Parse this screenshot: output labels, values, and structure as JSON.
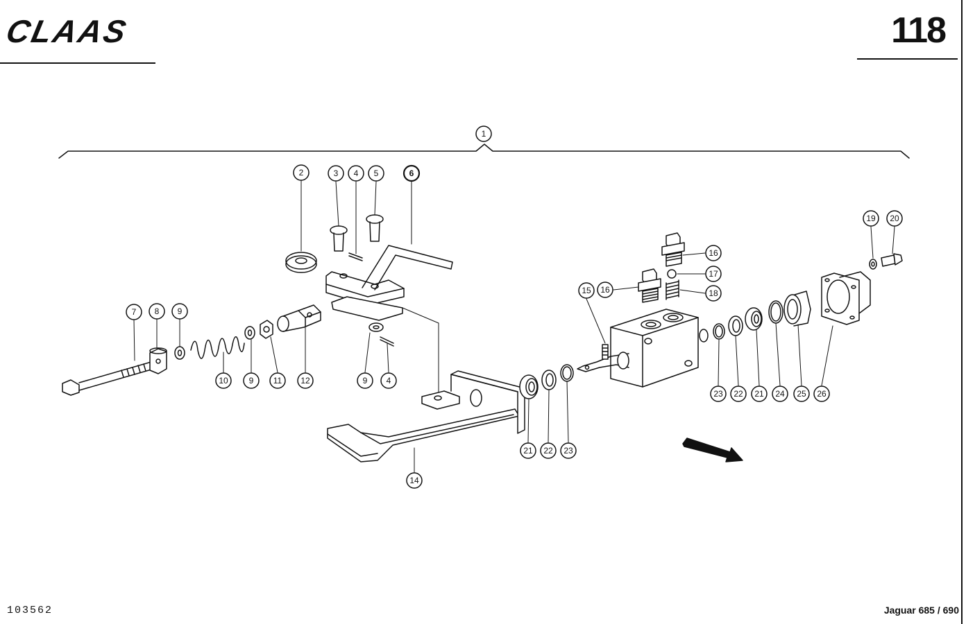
{
  "header": {
    "brand": "CLAAS",
    "page_number": "118"
  },
  "footer": {
    "document_number": "103562",
    "model": "Jaguar 685 / 690"
  },
  "callouts": [
    {
      "id": "c1",
      "label": "1"
    },
    {
      "id": "c2",
      "label": "2"
    },
    {
      "id": "c3",
      "label": "3"
    },
    {
      "id": "c4a",
      "label": "4"
    },
    {
      "id": "c5",
      "label": "5"
    },
    {
      "id": "c6",
      "label": "6"
    },
    {
      "id": "c7",
      "label": "7"
    },
    {
      "id": "c8",
      "label": "8"
    },
    {
      "id": "c9a",
      "label": "9"
    },
    {
      "id": "c10",
      "label": "10"
    },
    {
      "id": "c9b",
      "label": "9"
    },
    {
      "id": "c11",
      "label": "11"
    },
    {
      "id": "c12",
      "label": "12"
    },
    {
      "id": "c9c",
      "label": "9"
    },
    {
      "id": "c4b",
      "label": "4"
    },
    {
      "id": "c14",
      "label": "14"
    },
    {
      "id": "c15",
      "label": "15"
    },
    {
      "id": "c16a",
      "label": "16"
    },
    {
      "id": "c16b",
      "label": "16"
    },
    {
      "id": "c17",
      "label": "17"
    },
    {
      "id": "c18",
      "label": "18"
    },
    {
      "id": "c19",
      "label": "19"
    },
    {
      "id": "c20",
      "label": "20"
    },
    {
      "id": "c21a",
      "label": "21"
    },
    {
      "id": "c22a",
      "label": "22"
    },
    {
      "id": "c23a",
      "label": "23"
    },
    {
      "id": "c23b",
      "label": "23"
    },
    {
      "id": "c22b",
      "label": "22"
    },
    {
      "id": "c21b",
      "label": "21"
    },
    {
      "id": "c24",
      "label": "24"
    },
    {
      "id": "c25",
      "label": "25"
    },
    {
      "id": "c26",
      "label": "26"
    }
  ]
}
